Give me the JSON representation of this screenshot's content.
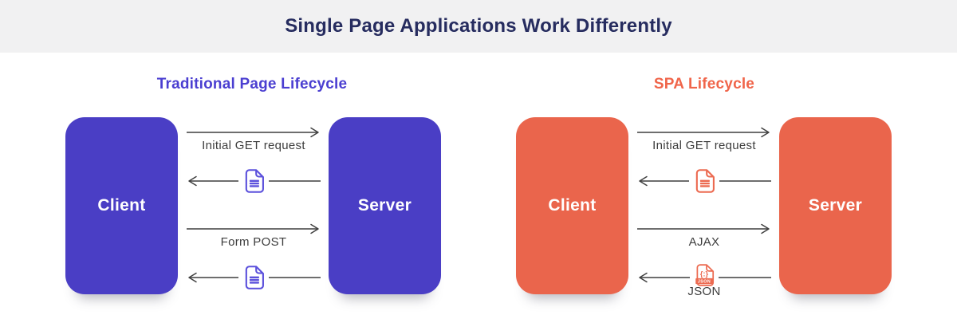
{
  "header": {
    "title": "Single Page Applications Work Differently"
  },
  "colors": {
    "purple_box": "#4a3ec5",
    "purple_title": "#4b3fd1",
    "purple_icon": "#5b50dc",
    "orange_box": "#ea654c",
    "orange_title": "#f0654a",
    "orange_icon": "#ec6a50",
    "header_text": "#262c5f",
    "header_background": "#f1f1f2",
    "arrow": "#3f3f3f"
  },
  "traditional": {
    "title": "Traditional Page Lifecycle",
    "client_label": "Client",
    "server_label": "Server",
    "flows": [
      {
        "label": "Initial GET request",
        "direction": "right"
      },
      {
        "label": "",
        "direction": "left",
        "icon": "html-document"
      },
      {
        "label": "Form POST",
        "direction": "right"
      },
      {
        "label": "",
        "direction": "left",
        "icon": "html-document"
      }
    ]
  },
  "spa": {
    "title": "SPA Lifecycle",
    "client_label": "Client",
    "server_label": "Server",
    "flows": [
      {
        "label": "Initial GET request",
        "direction": "right"
      },
      {
        "label": "",
        "direction": "left",
        "icon": "html-document"
      },
      {
        "label": "AJAX",
        "direction": "right"
      },
      {
        "label": "JSON",
        "direction": "left",
        "icon": "json-document",
        "icon_glyph": "{:}",
        "icon_badge": "JSON"
      }
    ]
  }
}
